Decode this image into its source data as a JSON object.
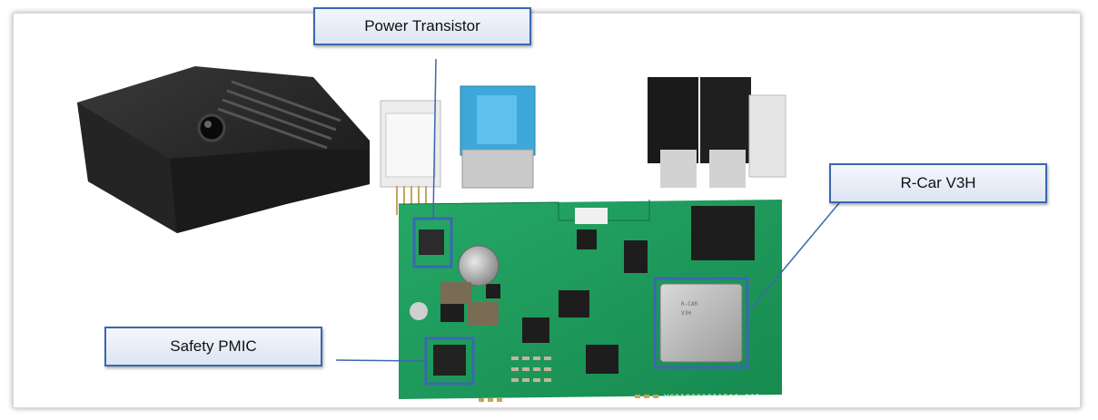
{
  "labels": {
    "power_transistor": "Power Transistor",
    "rcar": "R-Car V3H",
    "safety_pmic": "Safety PMIC"
  },
  "pcb_markings": {
    "serial": "YC010802811500-002"
  },
  "colors": {
    "pcb_green": "#1f9a5a",
    "highlight_blue": "#3c67b0",
    "camera_housing": "#1c1c1c"
  }
}
